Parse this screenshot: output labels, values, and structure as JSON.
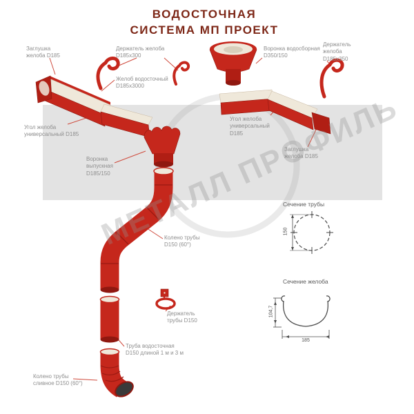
{
  "title": {
    "line1": "ВОДОСТОЧНАЯ",
    "line2": "СИСТЕМА МП ПРОЕКТ"
  },
  "watermark": "МЕТАЛЛ ПРОФИЛЬ",
  "labels": {
    "zaglushka_left": "Заглушка\nжелоба D185",
    "derzhatel_zheloba_300": "Держатель желоба\nD185х300",
    "voronka_vodosbornaya": "Воронка водосборная\nD350/150",
    "derzhatel_zheloba_350": "Держатель\nжелоба\nD185х350",
    "zhelob": "Желоб водосточный\nD185х3000",
    "ugol_left": "Угол желоба\nуниверсальный D185",
    "ugol_right": "Угол желоба\nуниверсальный\nD185",
    "zaglushka_right": "Заглушка\nжелоба D185",
    "voronka_vypusknaya": "Воронка\nвыпускная\nD185/150",
    "koleno": "Колено трубы\nD150 (60°)",
    "derzhatel_truby": "Держатель\nтрубы D150",
    "truba": "Труба водосточная\nD150 длиной 1 м и 3 м",
    "koleno_slivnoe": "Колено трубы\nсливное D150 (60°)"
  },
  "sections": {
    "pipe": {
      "title": "Сечение трубы",
      "diameter": "150"
    },
    "gutter": {
      "title": "Сечение желоба",
      "width": "185",
      "height": "104,7"
    }
  },
  "colors": {
    "red": "#c5271c",
    "dark_red": "#9a1a12",
    "cream": "#efe8da",
    "band": "#e3e3e3",
    "label_gray": "#8e8e8e",
    "title_maroon": "#7d2717"
  }
}
